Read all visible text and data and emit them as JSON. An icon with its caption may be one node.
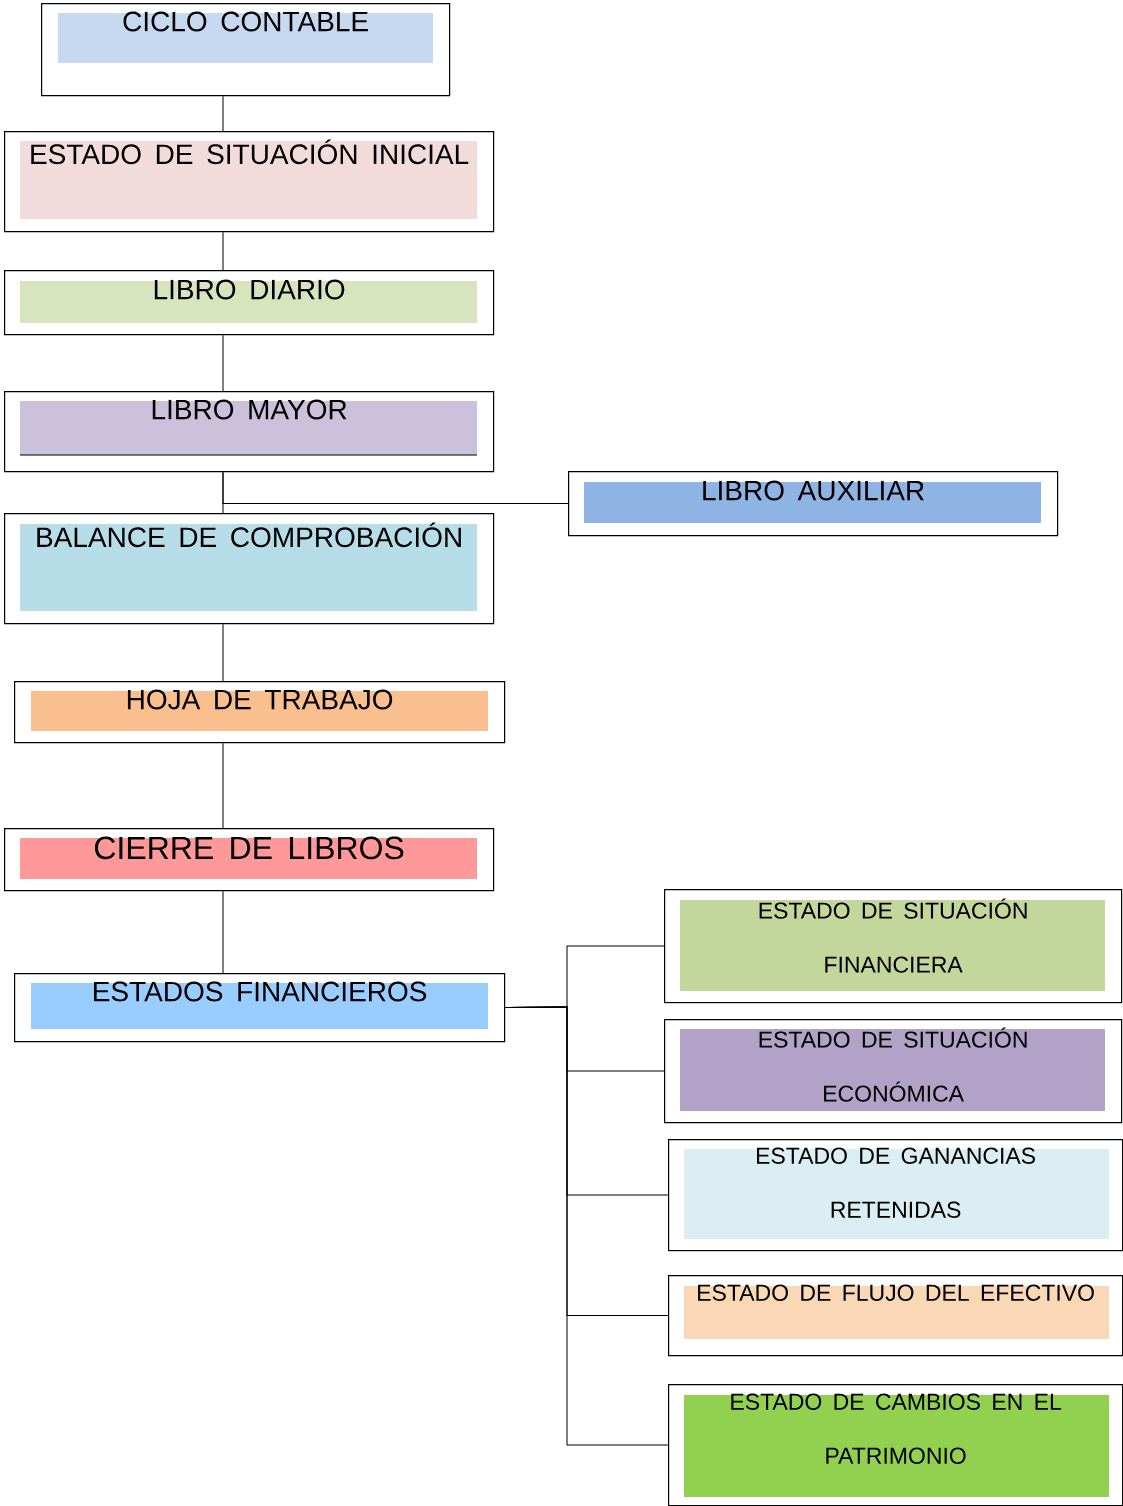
{
  "diagram": {
    "nodes": [
      {
        "text": [
          "CICLO CONTABLE"
        ]
      },
      {
        "text": [
          "ESTADO DE SITUACIÓN INICIAL"
        ]
      },
      {
        "text": [
          "LIBRO DIARIO"
        ]
      },
      {
        "text": [
          "LIBRO MAYOR"
        ]
      },
      {
        "text": [
          "LIBRO AUXILIAR"
        ]
      },
      {
        "text": [
          "BALANCE DE COMPROBACIÓN"
        ]
      },
      {
        "text": [
          "HOJA DE TRABAJO"
        ]
      },
      {
        "text": [
          "CIERRE DE LIBROS"
        ]
      },
      {
        "text": [
          "ESTADOS FINANCIEROS"
        ]
      },
      {
        "text": [
          "ESTADO DE SITUACIÓN FINANCIERA"
        ]
      },
      {
        "text": [
          "ESTADO DE SITUACIÓN ECONÓMICA"
        ]
      },
      {
        "text": [
          "ESTADO DE GANANCIAS RETENIDAS"
        ]
      },
      {
        "text": [
          "ESTADO DE FLUJO DEL EFECTIVO"
        ]
      },
      {
        "text": [
          "ESTADO DE CAMBIOS EN EL PATRIMONIO"
        ]
      }
    ],
    "edges": [
      {
        "from": 0,
        "to": 1,
        "arrow": "none"
      },
      {
        "from": 1,
        "to": 2,
        "arrow": "none"
      },
      {
        "from": 2,
        "to": 3,
        "arrow": "none"
      },
      {
        "from": 3,
        "to": 5,
        "arrow": "none"
      },
      {
        "from": 3,
        "to": 4,
        "arrow": "none"
      },
      {
        "from": 5,
        "to": 6,
        "arrow": "none"
      },
      {
        "from": 6,
        "to": 7,
        "arrow": "none"
      },
      {
        "from": 7,
        "to": 8,
        "arrow": "none"
      },
      {
        "from": 8,
        "to": 9,
        "arrow": "none"
      },
      {
        "from": 8,
        "to": 10,
        "arrow": "none"
      },
      {
        "from": 8,
        "to": 11,
        "arrow": "none"
      },
      {
        "from": 8,
        "to": 12,
        "arrow": "none"
      },
      {
        "from": 8,
        "to": 13,
        "arrow": "none"
      }
    ]
  }
}
